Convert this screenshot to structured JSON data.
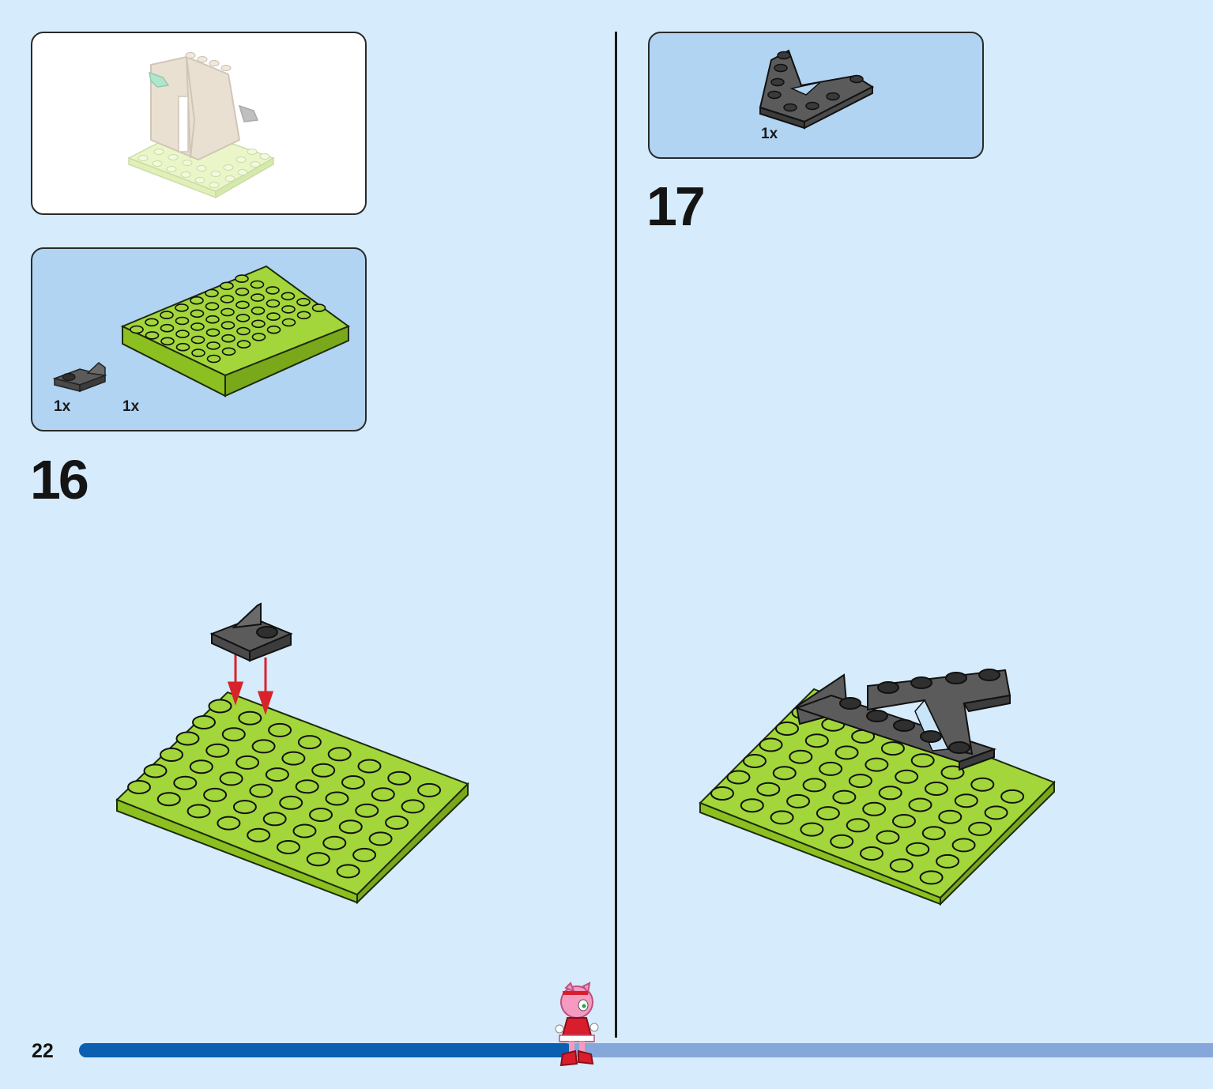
{
  "page": {
    "number": "22",
    "progress": 0.43
  },
  "colors": {
    "background": "#d6ebfb",
    "parts_panel": "#b0d4f2",
    "bright_green": "#a2d63a",
    "dark_gray": "#5b5b5b",
    "arrow_red": "#d8232a",
    "progress_done": "#0a5fb0",
    "progress_remaining": "#86a7da"
  },
  "overview": {
    "image": "completed-model-preview"
  },
  "step16": {
    "number": "16",
    "parts": [
      {
        "name": "dark-gray-bracket-plate",
        "qty": "1x"
      },
      {
        "name": "lime-plate-6x8",
        "qty": "1x"
      }
    ]
  },
  "step17": {
    "number": "17",
    "parts": [
      {
        "name": "dark-gray-wedge-plate",
        "qty": "1x"
      }
    ]
  },
  "character": {
    "icon": "amy-rose-icon"
  }
}
